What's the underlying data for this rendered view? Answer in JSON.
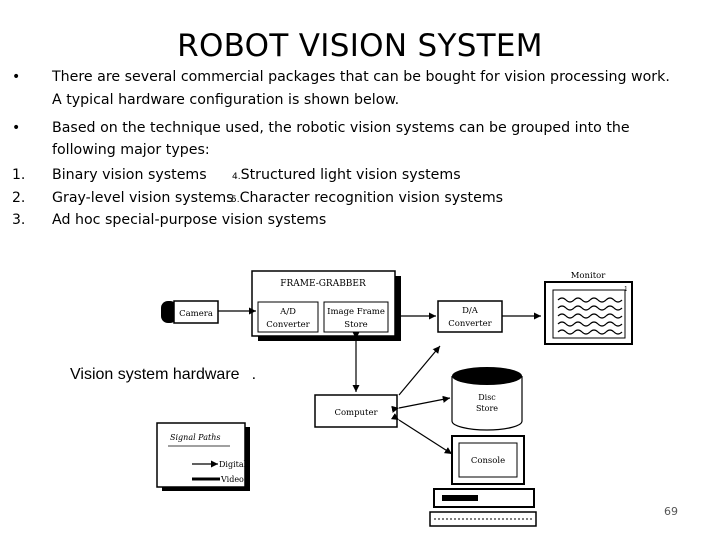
{
  "title": "ROBOT VISION SYSTEM",
  "bullets": [
    {
      "marker": "•",
      "line1": "There are several commercial packages that can be bought for vision processing work.",
      "line2": "A typical hardware configuration is shown below."
    },
    {
      "marker": "•",
      "line1": "Based on the technique used, the robotic vision systems can be grouped into the",
      "line2": "following major types:"
    }
  ],
  "types": [
    {
      "number": "1.",
      "text": "Binary vision systems"
    },
    {
      "number": "2.",
      "text": "Gray-level vision systems"
    },
    {
      "number": "3.",
      "text": "Ad hoc special-purpose vision systems"
    },
    {
      "number": "4.",
      "text": "Structured light vision systems"
    },
    {
      "number": "5.",
      "text": "Character recognition vision systems"
    }
  ],
  "diagram": {
    "caption": "Vision system hardware",
    "caption_suffix": ".",
    "frame_grabber": "FRAME-GRABBER",
    "ad_converter": [
      "A/D",
      "Converter"
    ],
    "image_frame_store": [
      "Image Frame",
      "Store"
    ],
    "da_converter": [
      "D/A",
      "Converter"
    ],
    "camera": "Camera",
    "monitor": "Monitor",
    "monitor_digit": "1",
    "computer": "Computer",
    "disc_store": [
      "Disc",
      "Store"
    ],
    "console": "Console",
    "signal_paths_title": "Signal Paths",
    "signal_digital": "Digital",
    "signal_video": "Video"
  },
  "page_number": "69"
}
